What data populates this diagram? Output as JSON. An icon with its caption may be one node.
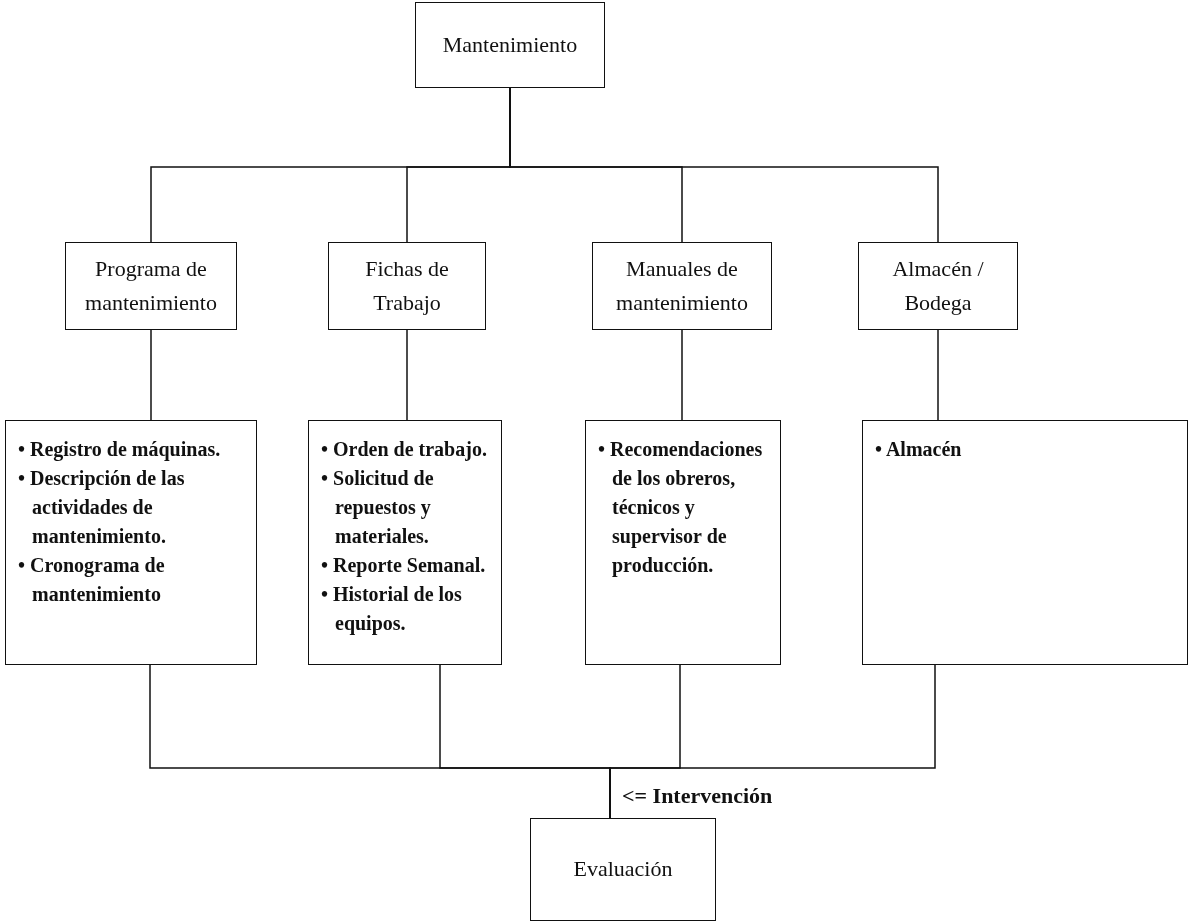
{
  "diagram": {
    "nodes": [
      {
        "text": [
          "Mantenimiento"
        ]
      },
      {
        "text": [
          "Programa de mantenimiento"
        ]
      },
      {
        "text": [
          "Fichas de Trabajo"
        ]
      },
      {
        "text": [
          "Manuales de mantenimiento"
        ]
      },
      {
        "text": [
          "Almacén / Bodega"
        ]
      },
      {
        "text": [
          "• Registro de máquinas.",
          "• Descripción de las actividades de mantenimiento.",
          "• Cronograma de mantenimiento"
        ]
      },
      {
        "text": [
          "• Orden de trabajo.",
          "• Solicitud de repuestos y materiales.",
          "• Reporte Semanal.",
          "• Historial de los equipos."
        ]
      },
      {
        "text": [
          "• Recomendaciones de los obreros, técnicos y supervisor de producción."
        ]
      },
      {
        "text": [
          "• Almacén"
        ]
      },
      {
        "text": [
          "Evaluación"
        ]
      }
    ],
    "edges": [
      {
        "from": 0,
        "to": 1,
        "arrow": "none"
      },
      {
        "from": 0,
        "to": 2,
        "arrow": "none"
      },
      {
        "from": 0,
        "to": 3,
        "arrow": "none"
      },
      {
        "from": 0,
        "to": 4,
        "arrow": "none"
      },
      {
        "from": 1,
        "to": 5,
        "arrow": "none"
      },
      {
        "from": 2,
        "to": 6,
        "arrow": "none"
      },
      {
        "from": 3,
        "to": 7,
        "arrow": "none"
      },
      {
        "from": 4,
        "to": 8,
        "arrow": "none"
      },
      {
        "from": 5,
        "to": 9,
        "arrow": "none"
      },
      {
        "from": 6,
        "to": 9,
        "arrow": "none"
      },
      {
        "from": 7,
        "to": 9,
        "arrow": "none"
      },
      {
        "from": 8,
        "to": 9,
        "arrow": "none"
      }
    ],
    "labels": [
      "<= Intervención"
    ]
  }
}
